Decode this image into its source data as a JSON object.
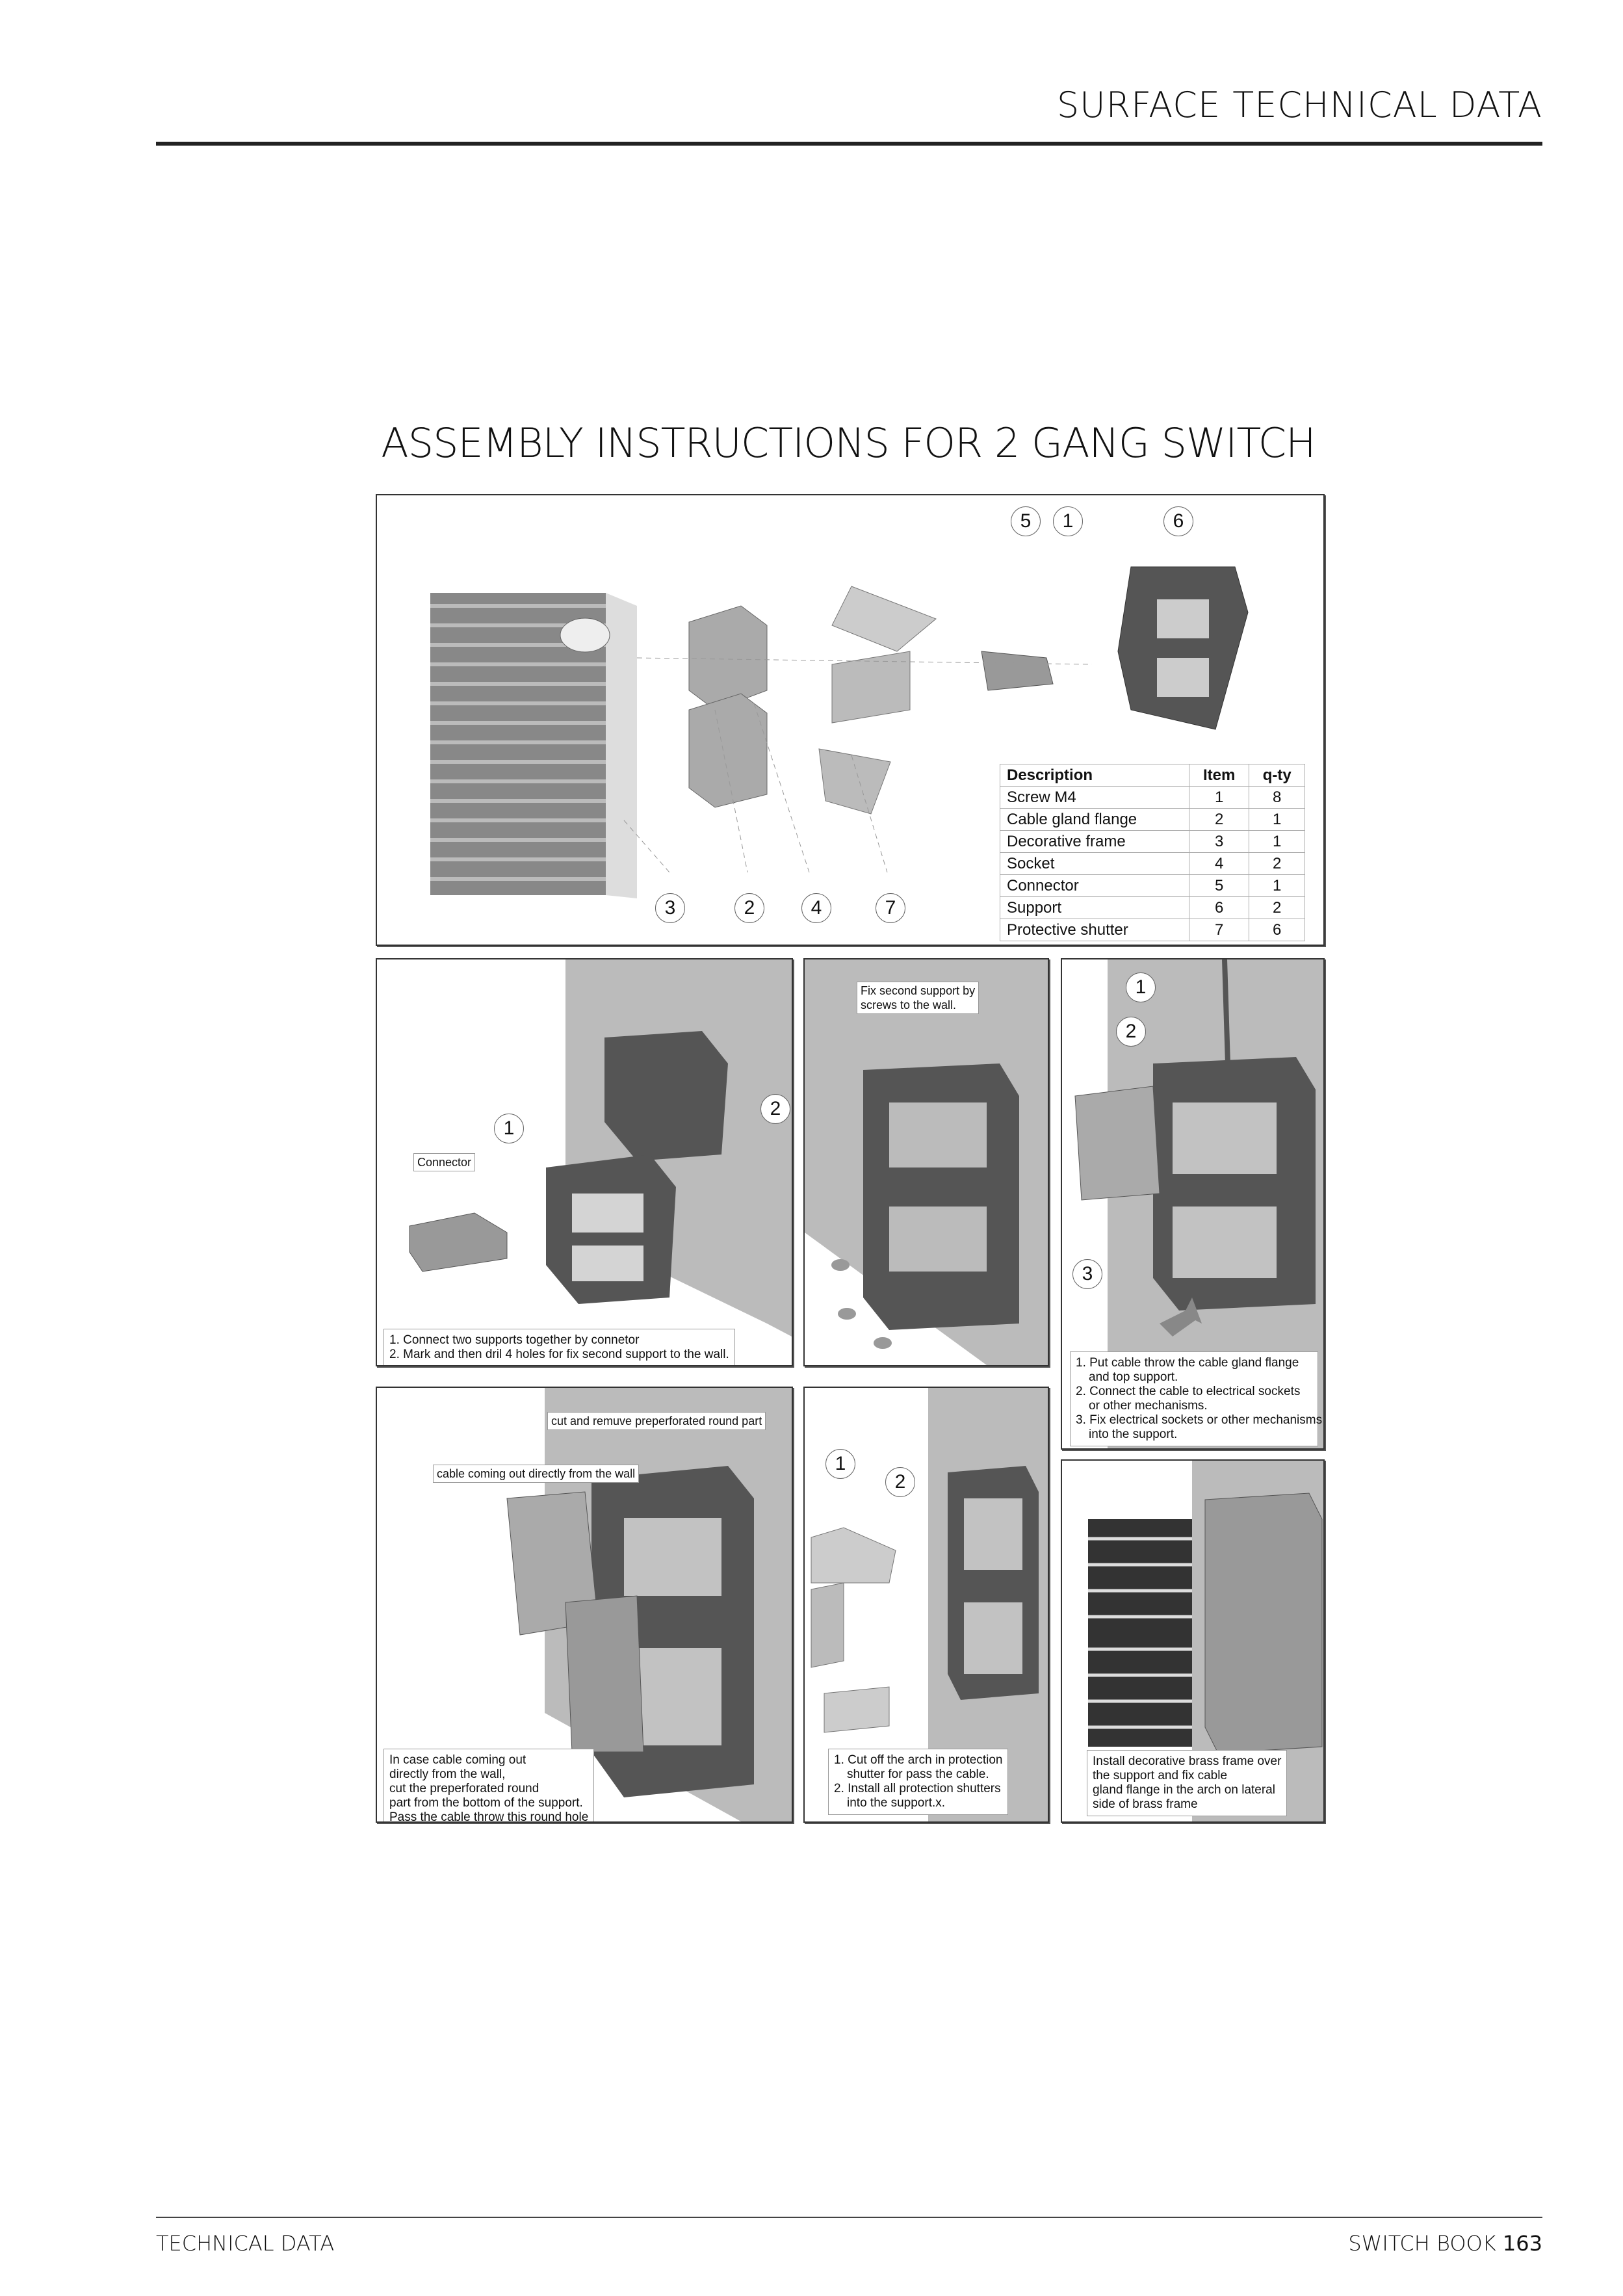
{
  "header": {
    "section_title": "SURFACE TECHNICAL DATA"
  },
  "title": "ASSEMBLY INSTRUCTIONS FOR 2 GANG SWITCH",
  "overview": {
    "callouts_top": [
      "5",
      "1",
      "6"
    ],
    "callouts_bottom": [
      "3",
      "2",
      "4",
      "7"
    ],
    "parts_table": {
      "headers": [
        "Description",
        "Item",
        "q-ty"
      ],
      "rows": [
        [
          "Screw M4",
          "1",
          "8"
        ],
        [
          "Cable gland flange",
          "2",
          "1"
        ],
        [
          "Decorative frame",
          "3",
          "1"
        ],
        [
          "Socket",
          "4",
          "2"
        ],
        [
          "Connector",
          "5",
          "1"
        ],
        [
          "Support",
          "6",
          "2"
        ],
        [
          "Protective shutter",
          "7",
          "6"
        ]
      ]
    }
  },
  "steps": {
    "step1": {
      "callouts": [
        "1",
        "2"
      ],
      "label": "Connector",
      "text": [
        "1. Connect two supports together by connetor",
        "2. Mark and then dril 4 holes for fix second support to the wall."
      ]
    },
    "step2": {
      "label": [
        "Fix second support by",
        "screws to the wall."
      ]
    },
    "step3": {
      "callouts": [
        "1",
        "2",
        "3"
      ],
      "text": [
        "1. Put cable throw the cable gland flange",
        "and top support.",
        "2. Connect the cable to electrical sockets",
        "or other mechanisms.",
        "3. Fix electrical sockets or other mechanisms",
        "into the support."
      ]
    },
    "step4": {
      "label_top": "cut and remuve preperforated round part",
      "label_mid": "cable coming out directly from the wall",
      "text": [
        "In case cable coming out",
        "directly from the wall,",
        "cut the preperforated round",
        "part from the bottom of the support.",
        "Pass the cable throw this round hole"
      ]
    },
    "step5": {
      "callouts": [
        "1",
        "2"
      ],
      "text": [
        "1. Cut off the arch in protection",
        "shutter for pass the cable.",
        "2. Install all protection shutters",
        "into the support.x."
      ]
    },
    "step6": {
      "text": [
        "Install decorative brass frame over",
        "the support and fix cable",
        "gland flange in the arch on lateral",
        "side of brass frame"
      ]
    }
  },
  "footer": {
    "left": "TECHNICAL DATA",
    "right_label": "SWITCH BOOK",
    "page_number": "163"
  }
}
